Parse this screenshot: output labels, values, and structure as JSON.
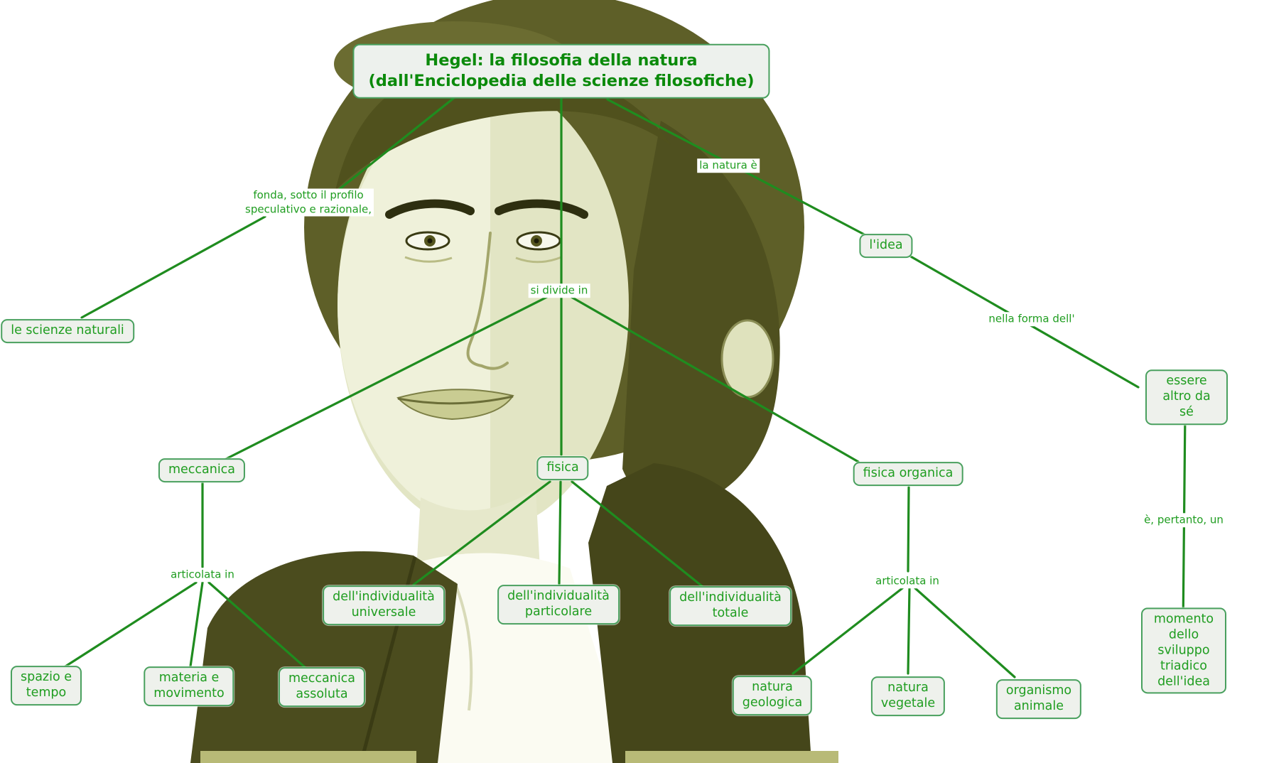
{
  "title": "Hegel: la filosofia della natura\n(dall'Enciclopedia delle scienze filosofiche)",
  "connector_labels": {
    "fonda": "fonda, sotto il profilo\nspeculativo e razionale,",
    "la_natura_e": "la natura è",
    "si_divide_in": "si divide in",
    "nella_forma_dell": "nella forma dell'",
    "e_pertanto_un": "è, pertanto, un",
    "articolata_in_left": "articolata in",
    "articolata_in_right": "articolata in"
  },
  "nodes": {
    "le_scienze_naturali": "le scienze naturali",
    "l_idea": "l'idea",
    "essere_altro_da_se": "essere altro da sé",
    "meccanica": "meccanica",
    "fisica": "fisica",
    "fisica_organica": "fisica organica",
    "individualita_universale": "dell'individualità\nuniversale",
    "individualita_particolare": "dell'individualità\nparticolare",
    "individualita_totale": "dell'individualità\ntotale",
    "spazio_e_tempo": "spazio e\ntempo",
    "materia_e_movimento": "materia e\nmovimento",
    "meccanica_assoluta": "meccanica\nassoluta",
    "natura_geologica": "natura\ngeologica",
    "natura_vegetale": "natura\nvegetale",
    "organismo_animale": "organismo\nanimale",
    "momento_sviluppo": "momento dello sviluppo\ntriadico dell'idea"
  },
  "colors": {
    "edge_green": "#1f8c1f",
    "node_text_green": "#1f9d20",
    "node_border_green": "#49a05e",
    "node_background": "#eef1ec",
    "title_green": "#0b8a0b",
    "portrait_olive_dark": "#4b4c1e",
    "portrait_olive_hair": "#5e5f28",
    "portrait_face": "#eff1da"
  }
}
